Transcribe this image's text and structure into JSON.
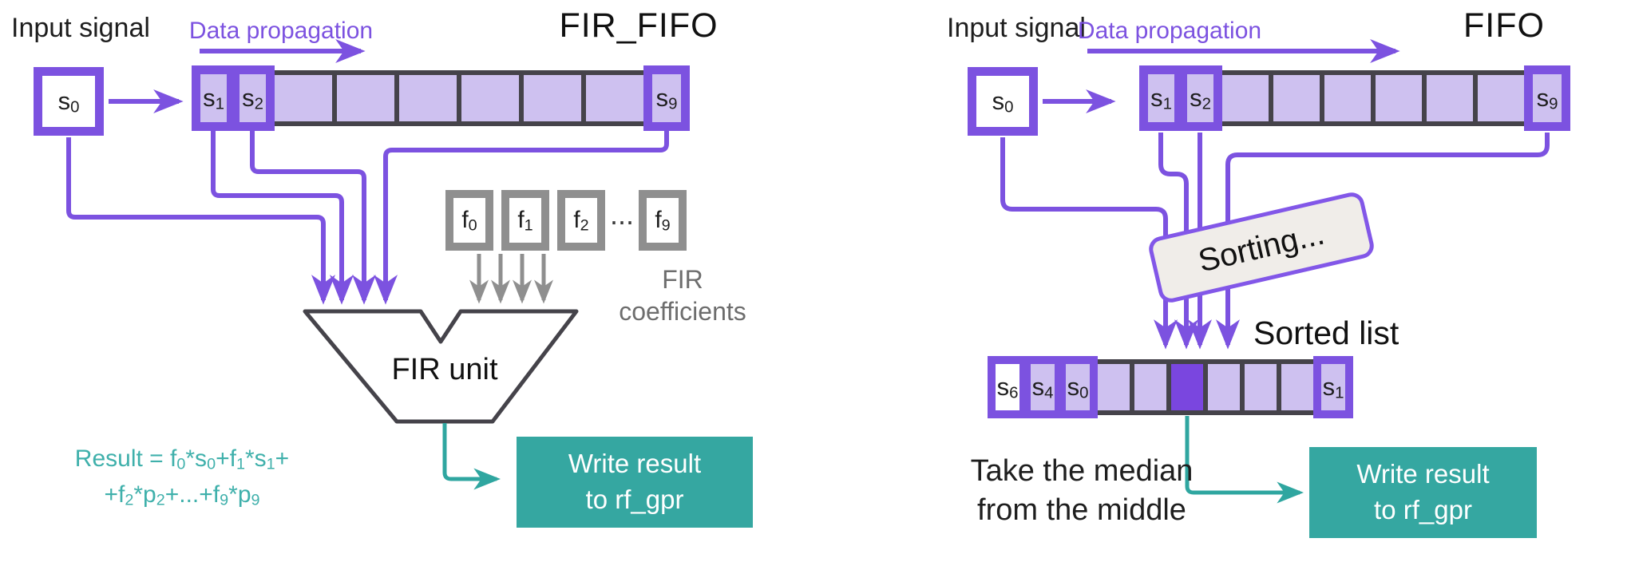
{
  "colors": {
    "purple_stroke": "#7c52e0",
    "purple_fill": "#cec1f0",
    "purple_median": "#7a46df",
    "dark_gray_stroke": "#45434a",
    "coef_gray": "#8f8f8f",
    "gray_text": "#6d6d6d",
    "teal": "#35a7a1",
    "teal_text": "#3fb0ab",
    "sorting_fill": "#f0ede9",
    "black_text": "#1e1e1e"
  },
  "diagram_left": {
    "title": "FIR_FIFO",
    "input_label": "Input signal",
    "propagation_label": "Data propagation",
    "source_cell": {
      "base": "s",
      "sub": "0"
    },
    "fifo": {
      "cell1": {
        "base": "s",
        "sub": "1"
      },
      "cell2": {
        "base": "s",
        "sub": "2"
      },
      "cell_last": {
        "base": "s",
        "sub": "9"
      }
    },
    "coefficients": {
      "f0": {
        "base": "f",
        "sub": "0"
      },
      "f1": {
        "base": "f",
        "sub": "1"
      },
      "f2": {
        "base": "f",
        "sub": "2"
      },
      "dots": "...",
      "f9": {
        "base": "f",
        "sub": "9"
      },
      "caption_line1": "FIR",
      "caption_line2": "coefficients"
    },
    "unit_label": "FIR unit",
    "formula": {
      "line1": {
        "p1": "Result = f",
        "s1": "0",
        "p2": "*s",
        "s2": "0",
        "p3": "+f",
        "s3": "1",
        "p4": "*s",
        "s4": "1",
        "p5": "+"
      },
      "line2": {
        "p1": "+f",
        "s1": "2",
        "p2": "*p",
        "s2": "2",
        "p3": "+...+f",
        "s3": "9",
        "p4": "*p",
        "s4": "9"
      }
    },
    "result_box": {
      "line1": "Write result",
      "line2": "to rf_gpr"
    }
  },
  "diagram_right": {
    "title": "FIFO",
    "input_label": "Input signal",
    "propagation_label": "Data propagation",
    "source_cell": {
      "base": "s",
      "sub": "0"
    },
    "fifo": {
      "cell1": {
        "base": "s",
        "sub": "1"
      },
      "cell2": {
        "base": "s",
        "sub": "2"
      },
      "cell_last": {
        "base": "s",
        "sub": "9"
      }
    },
    "sorting_label": "Sorting...",
    "sorted_title": "Sorted list",
    "sorted_cells": {
      "c1": {
        "base": "s",
        "sub": "6"
      },
      "c2": {
        "base": "s",
        "sub": "4"
      },
      "c3": {
        "base": "s",
        "sub": "0"
      },
      "c_last": {
        "base": "s",
        "sub": "1"
      }
    },
    "median_note": {
      "line1": "Take the median",
      "line2": "from the middle"
    },
    "result_box": {
      "line1": "Write result",
      "line2": "to rf_gpr"
    }
  }
}
